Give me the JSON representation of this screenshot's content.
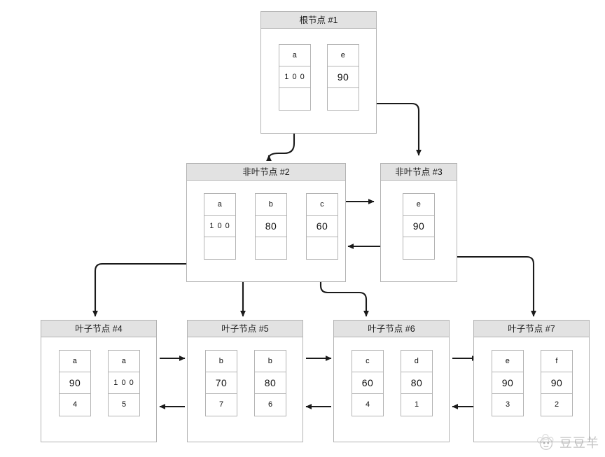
{
  "diagram": {
    "title": "B+ Tree structure diagram",
    "colors": {
      "node_border": "#b3b3b3",
      "node_header_bg": "#e2e2e2",
      "cell_border": "#b3b3b3",
      "connector": "#1a1a1a",
      "background": "#ffffff",
      "watermark": "#8a8a8a"
    }
  },
  "nodes": {
    "root": {
      "title": "根节点 #1",
      "cells": [
        {
          "key": "a",
          "value": "1 0 0",
          "pointer": ""
        },
        {
          "key": "e",
          "value": "90",
          "pointer": ""
        }
      ]
    },
    "internal2": {
      "title": "非叶节点 #2",
      "cells": [
        {
          "key": "a",
          "value": "1 0 0",
          "pointer": ""
        },
        {
          "key": "b",
          "value": "80",
          "pointer": ""
        },
        {
          "key": "c",
          "value": "60",
          "pointer": ""
        }
      ]
    },
    "internal3": {
      "title": "非叶节点 #3",
      "cells": [
        {
          "key": "e",
          "value": "90",
          "pointer": ""
        }
      ]
    },
    "leaf4": {
      "title": "叶子节点 #4",
      "cells": [
        {
          "key": "a",
          "value": "90",
          "pointer": "4"
        },
        {
          "key": "a",
          "value": "1 0 0",
          "pointer": "5"
        }
      ]
    },
    "leaf5": {
      "title": "叶子节点 #5",
      "cells": [
        {
          "key": "b",
          "value": "70",
          "pointer": "7"
        },
        {
          "key": "b",
          "value": "80",
          "pointer": "6"
        }
      ]
    },
    "leaf6": {
      "title": "叶子节点 #6",
      "cells": [
        {
          "key": "c",
          "value": "60",
          "pointer": "4"
        },
        {
          "key": "d",
          "value": "80",
          "pointer": "1"
        }
      ]
    },
    "leaf7": {
      "title": "叶子节点 #7",
      "cells": [
        {
          "key": "e",
          "value": "90",
          "pointer": "3"
        },
        {
          "key": "f",
          "value": "90",
          "pointer": "2"
        }
      ]
    }
  },
  "watermark": {
    "text": "豆豆羊"
  }
}
